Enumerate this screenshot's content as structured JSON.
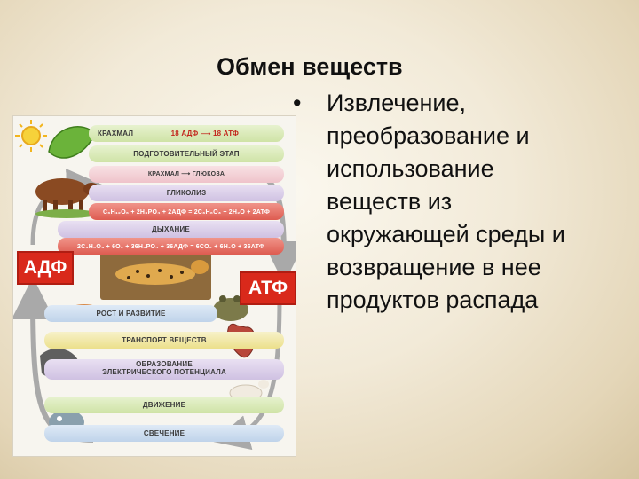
{
  "slide": {
    "title": "Обмен веществ",
    "bullet": "•",
    "bullet_text": "Извлечение,\nпреобразование и\nиспользование\nвеществ из\nокружающей среды и\nвозвращение в нее\nпродуктов распада"
  },
  "diagram": {
    "badge_left": "АДФ",
    "badge_right": "АТФ",
    "bands": {
      "krakhmal": "КРАХМАЛ",
      "atp_note": "18 АДФ ⟶ 18 АТФ",
      "prep": "ПОДГОТОВИТЕЛЬНЫЙ ЭТАП",
      "glucose": "КРАХМАЛ ⟶ ГЛЮКОЗА",
      "glycolysis": "ГЛИКОЛИЗ",
      "glycolysis_eq": "C₆H₁₂O₆ + 2H₃PO₄ + 2АДФ = 2C₃H₆O₃ + 2H₂O + 2АТФ",
      "respiration": "ДЫХАНИЕ",
      "respiration_eq": "2C₃H₆O₃ + 6O₂ + 36H₃PO₄ + 36АДФ = 6CO₂ + 6H₂O + 36АТФ",
      "growth": "РОСТ И РАЗВИТИЕ",
      "transport": "ТРАНСПОРТ ВЕЩЕСТВ",
      "potential_1": "ОБРАЗОВАНИЕ",
      "potential_2": "ЭЛЕКТРИЧЕСКОГО ПОТЕНЦИАЛА",
      "movement": "ДВИЖЕНИЕ",
      "glow": "СВЕЧЕНИЕ"
    }
  },
  "colors": {
    "badge": "#d9291b",
    "arrow": "#a9a9a9"
  }
}
